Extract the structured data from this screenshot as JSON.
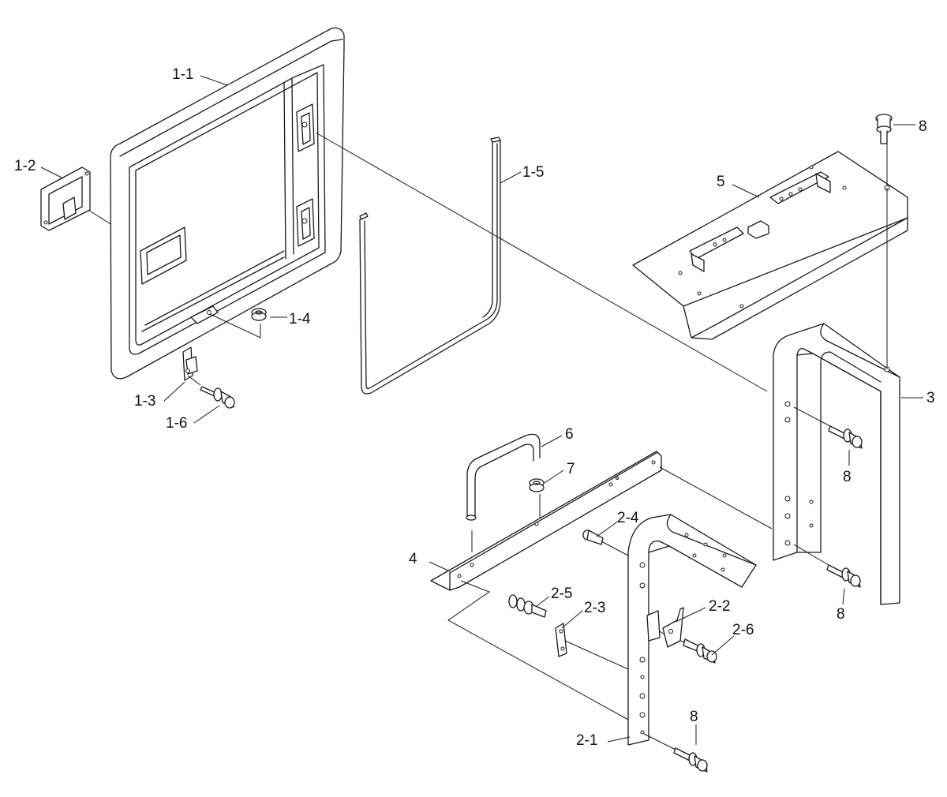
{
  "labels": {
    "p1_1": "1-1",
    "p1_2": "1-2",
    "p1_3": "1-3",
    "p1_4": "1-4",
    "p1_5": "1-5",
    "p1_6": "1-6",
    "p2_1": "2-1",
    "p2_2": "2-2",
    "p2_3": "2-3",
    "p2_4": "2-4",
    "p2_5": "2-5",
    "p2_6": "2-6",
    "p3": "3",
    "p4": "4",
    "p5": "5",
    "p6": "6",
    "p7": "7",
    "p8_top": "8",
    "p8_bracket_upper": "8",
    "p8_bracket_lower": "8",
    "p8_bottom": "8"
  }
}
